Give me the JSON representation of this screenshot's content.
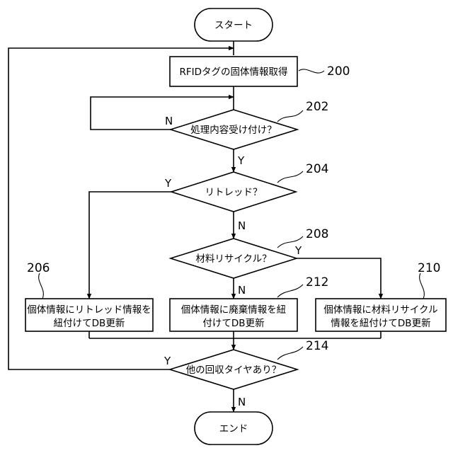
{
  "nodes": {
    "start": "スタート",
    "acquire": "RFIDタグの固体情報取得",
    "decision_process": "処理内容受け付け？",
    "decision_retread": "リトレッド？",
    "decision_recycle": "材料リサイクル？",
    "update_retread": [
      "個体情報にリトレッド情報を",
      "紐付けてDB更新"
    ],
    "update_disposal": [
      "個体情報に廃棄情報を紐",
      "付けてDB更新"
    ],
    "update_recycle": [
      "個体情報に材料リサイクル",
      "情報を紐付けてDB更新"
    ],
    "decision_more": "他の回収タイヤあり？",
    "end": "エンド"
  },
  "refs": {
    "acquire": "200",
    "decision_process": "202",
    "decision_retread": "204",
    "update_retread": "206",
    "decision_recycle": "208",
    "update_recycle": "210",
    "update_disposal": "212",
    "decision_more": "214"
  },
  "branches": {
    "yes": "Y",
    "no": "N"
  }
}
